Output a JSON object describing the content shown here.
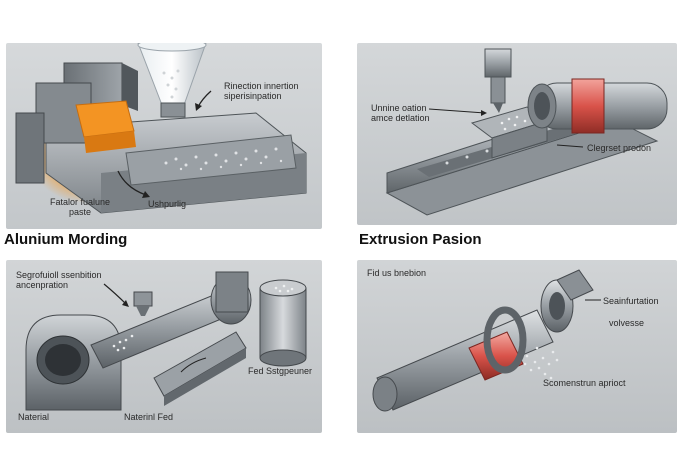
{
  "captions": {
    "top_left": "Alunium Mording",
    "top_right": "Extrusion Pasion"
  },
  "panel1": {
    "label_injection_line1": "Rinection innertion",
    "label_injection_line2": "siperisinpation",
    "label_feed_line1": "Fatalor fualune",
    "label_feed_line2": "paste",
    "label_bottom": "Ushpurlig"
  },
  "panel2": {
    "label_left_line1": "Unnine oation",
    "label_left_line2": "amce detlation",
    "label_right": "Clegrset prodon"
  },
  "panel3": {
    "label_top_line1": "Segrofuioll ssenbition",
    "label_top_line2": "ancenpration",
    "label_bin": "Fed Sstgpeuner",
    "label_left": "Naterial",
    "label_mid": "Naterinl Fed"
  },
  "panel4": {
    "label_top": "Fid us bnebion",
    "label_right1": "Seainfurtation",
    "label_right2": "volvesse",
    "label_bottom": "Scomenstrun aprioct"
  },
  "colors": {
    "panel_bg": "#c9cdd0",
    "metal_light": "#b9bec2",
    "metal_mid": "#8e9499",
    "metal_dark": "#5d6368",
    "hot_orange": "#f2921e",
    "red_band": "#d9534a"
  }
}
